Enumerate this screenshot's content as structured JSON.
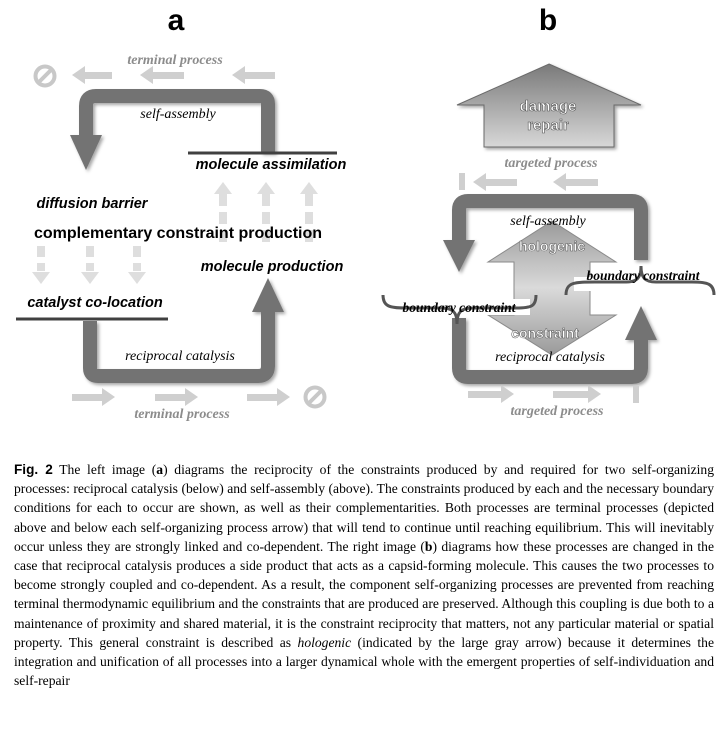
{
  "panel_a": {
    "label": "a",
    "terminal_top": "terminal process",
    "self_assembly": "self-assembly",
    "molecule_assimilation": "molecule assimilation",
    "diffusion_barrier": "diffusion barrier",
    "complementary": "complementary constraint production",
    "molecule_production": "molecule production",
    "catalyst_colocation": "catalyst co-location",
    "reciprocal_catalysis": "reciprocal catalysis",
    "terminal_bottom": "terminal process"
  },
  "panel_b": {
    "label": "b",
    "damage": "damage",
    "repair": "repair",
    "targeted_top": "targeted process",
    "self_assembly": "self-assembly",
    "hologenic": "hologenic",
    "boundary_right": "boundary constraint",
    "boundary_left": "boundary constraint",
    "constraint": "constraint",
    "reciprocal_catalysis": "reciprocal catalysis",
    "targeted_bottom": "targeted process"
  },
  "caption": {
    "fig_label": "Fig. 2",
    "s1": " The left image (",
    "a1": "a",
    "s2": ") diagrams the reciprocity of the constraints produced by and required for two self-organizing processes: reciprocal catalysis (below) and self-assembly (above). The constraints produced by each and the necessary boundary conditions for each to occur are shown, as well as their complementarities. Both processes are terminal processes (depicted above and below each self-organizing process arrow) that will tend to continue until reaching equilibrium. This will inevitably occur unless they are strongly linked and co-dependent. The right image (",
    "b1": "b",
    "s3": ") diagrams how these processes are changed in the case that reciprocal catalysis produces a side product that acts as a capsid-forming molecule. This causes the two processes to become strongly coupled and co-dependent. As a result, the component self-organizing processes are prevented from reaching terminal thermodynamic equilibrium and the constraints that are produced are preserved. Although this coupling is due both to a maintenance of proximity and shared material, it is the constraint reciprocity that matters, not any particular material or spatial property. This general constraint is described as ",
    "holo": "hologenic",
    "s4": " (indicated by the large gray arrow) because it determines the integration and unification of all processes into a larger dynamical whole with the emergent properties of self-individuation and self-repair"
  }
}
